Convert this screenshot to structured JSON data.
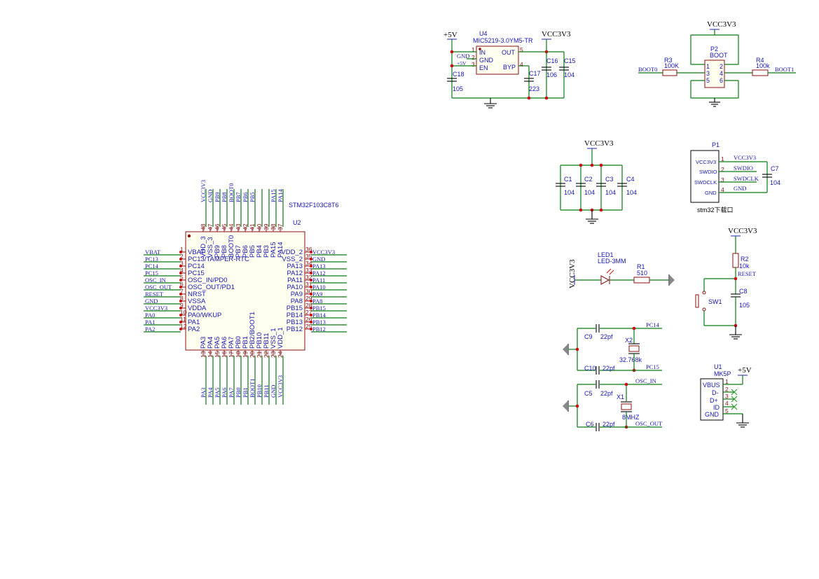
{
  "mcu": {
    "ref": "U2",
    "part": "STM32F103C8T6"
  },
  "mcu_left_pins": [
    {
      "num": "1",
      "name": "VBAT",
      "net": "VBAT"
    },
    {
      "num": "2",
      "name": "PC13/TAMPER-RTC",
      "net": "PC13"
    },
    {
      "num": "3",
      "name": "PC14",
      "net": "PC14"
    },
    {
      "num": "4",
      "name": "PC15",
      "net": "PC15"
    },
    {
      "num": "5",
      "name": "OSC_IN/PD0",
      "net": "OSC_IN"
    },
    {
      "num": "6",
      "name": "OSC_OUT/PD1",
      "net": "OSC_OUT"
    },
    {
      "num": "7",
      "name": "NRST",
      "net": "RESET"
    },
    {
      "num": "8",
      "name": "VSSA",
      "net": "GND"
    },
    {
      "num": "9",
      "name": "VDDA",
      "net": "VCC3V3"
    },
    {
      "num": "10",
      "name": "PA0/WKUP",
      "net": "PA0"
    },
    {
      "num": "11",
      "name": "PA1",
      "net": "PA1"
    },
    {
      "num": "12",
      "name": "PA2",
      "net": "PA2"
    }
  ],
  "mcu_right_pins": [
    {
      "num": "36",
      "name": "VDD_2",
      "net": "VCC3V3"
    },
    {
      "num": "35",
      "name": "VSS_2",
      "net": "GND"
    },
    {
      "num": "34",
      "name": "PA13",
      "net": "PA13"
    },
    {
      "num": "33",
      "name": "PA12",
      "net": "PA12"
    },
    {
      "num": "32",
      "name": "PA11",
      "net": "PA11"
    },
    {
      "num": "31",
      "name": "PA10",
      "net": "PA10"
    },
    {
      "num": "30",
      "name": "PA9",
      "net": "PA9"
    },
    {
      "num": "29",
      "name": "PA8",
      "net": "PA8"
    },
    {
      "num": "28",
      "name": "PB15",
      "net": "PB15"
    },
    {
      "num": "27",
      "name": "PB14",
      "net": "PB14"
    },
    {
      "num": "26",
      "name": "PB13",
      "net": "PB13"
    },
    {
      "num": "25",
      "name": "PB12",
      "net": "PB12"
    }
  ],
  "mcu_top_pins": [
    {
      "num": "48",
      "name": "VDD_3",
      "net": "VCC3V3"
    },
    {
      "num": "47",
      "name": "VSS_3",
      "net": "GND"
    },
    {
      "num": "46",
      "name": "PB9",
      "net": "PB9"
    },
    {
      "num": "45",
      "name": "PB8",
      "net": "PB8"
    },
    {
      "num": "44",
      "name": "BOOT0",
      "net": "BOOT0"
    },
    {
      "num": "43",
      "name": "PB7",
      "net": "PB7"
    },
    {
      "num": "42",
      "name": "PB6",
      "net": "PB6"
    },
    {
      "num": "41",
      "name": "PB5",
      "net": "PB5"
    },
    {
      "num": "40",
      "name": "PB4",
      "net": ""
    },
    {
      "num": "39",
      "name": "PB3",
      "net": ""
    },
    {
      "num": "38",
      "name": "PA15",
      "net": "PA15"
    },
    {
      "num": "37",
      "name": "PA14",
      "net": "PA14"
    }
  ],
  "mcu_bottom_pins": [
    {
      "num": "13",
      "name": "PA3",
      "net": "PA3"
    },
    {
      "num": "14",
      "name": "PA4",
      "net": "PA4"
    },
    {
      "num": "15",
      "name": "PA5",
      "net": "PA5"
    },
    {
      "num": "16",
      "name": "PA6",
      "net": "PA6"
    },
    {
      "num": "17",
      "name": "PA7",
      "net": "PA7"
    },
    {
      "num": "18",
      "name": "PB0",
      "net": "PB0"
    },
    {
      "num": "19",
      "name": "PB1",
      "net": "PB1"
    },
    {
      "num": "20",
      "name": "PB2/BOOT1",
      "net": "BOOT1"
    },
    {
      "num": "21",
      "name": "PB10",
      "net": "PB10"
    },
    {
      "num": "22",
      "name": "PB11",
      "net": "PB11"
    },
    {
      "num": "23",
      "name": "VSS_1",
      "net": "GND"
    },
    {
      "num": "24",
      "name": "VDD_1",
      "net": "VCC3V3"
    }
  ],
  "regulator": {
    "ref": "U4",
    "part": "MIC5219-3.0YM5-TR",
    "in_pwr": "+5V",
    "out_pwr": "VCC3V3",
    "pins": [
      {
        "num": "1",
        "name": "IN"
      },
      {
        "num": "2",
        "name": "GND"
      },
      {
        "num": "3",
        "name": "EN"
      },
      {
        "num": "5",
        "name": "OUT"
      },
      {
        "num": "4",
        "name": "BYP"
      }
    ],
    "net_gnd": "GND",
    "net_5v": "+5V"
  },
  "caps": {
    "c18": {
      "ref": "C18",
      "val": "105"
    },
    "c17": {
      "ref": "C17",
      "val": "223"
    },
    "c16": {
      "ref": "C16",
      "val": "106"
    },
    "c15": {
      "ref": "C15",
      "val": "104"
    },
    "c1": {
      "ref": "C1",
      "val": "104"
    },
    "c2": {
      "ref": "C2",
      "val": "104"
    },
    "c3": {
      "ref": "C3",
      "val": "104"
    },
    "c4": {
      "ref": "C4",
      "val": "104"
    },
    "c7": {
      "ref": "C7",
      "val": "104"
    },
    "c8": {
      "ref": "C8",
      "val": "105"
    },
    "c9": {
      "ref": "C9",
      "val": "22pf"
    },
    "c10": {
      "ref": "C10",
      "val": "22pf"
    },
    "c5": {
      "ref": "C5",
      "val": "22pf"
    },
    "c6": {
      "ref": "C6",
      "val": "22pf"
    }
  },
  "boot": {
    "ref": "P2",
    "name": "BOOT",
    "pwr": "VCC3V3",
    "r3": {
      "ref": "R3",
      "val": "100K",
      "net": "BOOT0"
    },
    "r4": {
      "ref": "R4",
      "val": "100k",
      "net": "BOOT1"
    },
    "pins": [
      "1",
      "2",
      "3",
      "4",
      "5",
      "6"
    ]
  },
  "decoupling_pwr": "VCC3V3",
  "swd": {
    "ref": "P1",
    "caption": "stm32下载口",
    "pins": [
      {
        "num": "1",
        "name": "VCC3V3",
        "net": "VCC3V3"
      },
      {
        "num": "2",
        "name": "SWDIO",
        "net": "SWDIO"
      },
      {
        "num": "3",
        "name": "SWDCLK",
        "net": "SWDCLK"
      },
      {
        "num": "4",
        "name": "GND",
        "net": "GND"
      }
    ]
  },
  "led": {
    "ref": "LED1",
    "part": "LED-3MM",
    "pwr": "VCC3V3",
    "r_ref": "R1",
    "r_val": "510"
  },
  "reset": {
    "pwr": "VCC3V3",
    "r_ref": "R2",
    "r_val": "10k",
    "net": "RESET",
    "sw": "SW1"
  },
  "crystal32k": {
    "ref": "X2",
    "val": "32.768k",
    "net1": "PC14",
    "net2": "PC15"
  },
  "crystal8m": {
    "ref": "X1",
    "val": "8MHZ",
    "net1": "OSC_IN",
    "net2": "OSC_OUT"
  },
  "usb": {
    "ref": "U1",
    "part": "MK5P",
    "pwr": "+5V",
    "pins": [
      {
        "num": "1",
        "name": "VBUS"
      },
      {
        "num": "2",
        "name": "D-"
      },
      {
        "num": "3",
        "name": "D+"
      },
      {
        "num": "4",
        "name": "ID"
      },
      {
        "num": "5",
        "name": "GND"
      }
    ]
  }
}
